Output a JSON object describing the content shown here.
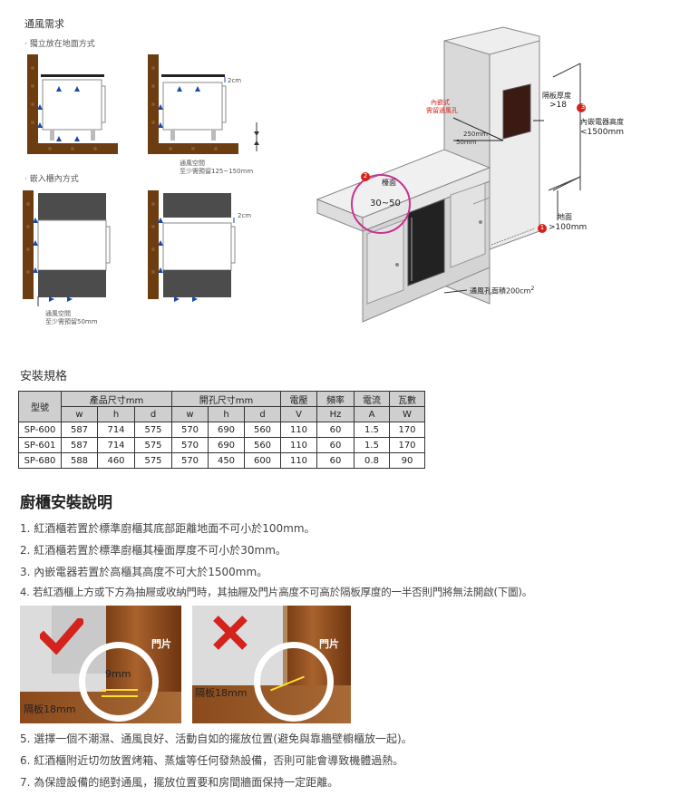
{
  "ventilation": {
    "title": "通風需求",
    "freestanding_label": "· 獨立放在地面方式",
    "builtin_label": "· 嵌入櫃內方式",
    "gap_top": "2cm",
    "gap_side": "2cm",
    "airspace_label": "通風空間",
    "airspace_note_125": "至少需預留125~150mm",
    "airspace_note_50": "至少需預留50mm"
  },
  "cabinet_diagram": {
    "builtin_vent_label": "內嵌式",
    "builtin_vent_label2": "需留通風孔",
    "dim_250": "250mm",
    "dim_50": "50mm",
    "shelf_thickness_label": "隔板厚度",
    "shelf_thickness_value": ">18",
    "num3": "3",
    "appliance_height_label": "內嵌電器高度",
    "appliance_height_value": "<1500mm",
    "num2": "2",
    "counter_label": "檯面",
    "counter_range": "30~50",
    "floor_label": "地面",
    "num1": "1",
    "floor_value": ">100mm",
    "vent_area_label": "通風孔面積200cm",
    "vent_area_sup": "2"
  },
  "specs": {
    "title": "安裝規格",
    "col_model": "型號",
    "grp_product": "產品尺寸mm",
    "grp_opening": "開孔尺寸mm",
    "grp_voltage": "電壓",
    "grp_freq": "頻率",
    "grp_current": "電流",
    "grp_power": "瓦數",
    "subheaders": [
      "w",
      "h",
      "d",
      "w",
      "h",
      "d",
      "V",
      "Hz",
      "A",
      "W"
    ],
    "rows": [
      [
        "SP-600",
        "587",
        "714",
        "575",
        "570",
        "690",
        "560",
        "110",
        "60",
        "1.5",
        "170"
      ],
      [
        "SP-601",
        "587",
        "714",
        "575",
        "570",
        "690",
        "560",
        "110",
        "60",
        "1.5",
        "170"
      ],
      [
        "SP-680",
        "588",
        "460",
        "575",
        "570",
        "450",
        "600",
        "110",
        "60",
        "0.8",
        "90"
      ]
    ]
  },
  "instructions": {
    "title": "廚櫃安裝說明",
    "steps": [
      "1. 紅酒櫃若置於標準廚櫃其底部距離地面不可小於100mm。",
      "2. 紅酒櫃若置於標準廚櫃其檯面厚度不可小於30mm。",
      "3. 內嵌電器若置於高櫃其高度不可大於1500mm。",
      "4. 若紅酒櫃上方或下方為抽屜或收納門時，其抽屜及門片高度不可高於隔板厚度的一半否則門將無法開啟(下圖)。",
      "5. 選擇一個不潮濕、通風良好、活動自如的擺放位置(避免與靠牆壁櫥櫃放一起)。",
      "6. 紅酒櫃附近切勿放置烤箱、蒸爐等任何發熱設備，否則可能會導致機體過熱。",
      "7. 為保證設備的絕對通風，擺放位置要和房間牆面保持一定距離。"
    ]
  },
  "photos": {
    "left_door": "門片",
    "left_gap": "9mm",
    "left_shelf": "隔板18mm",
    "right_door": "門片",
    "right_shelf": "隔板18mm"
  },
  "colors": {
    "wall_brown": "#6b3d10",
    "cabinet_line": "#7a7a7a",
    "arrow_blue": "#1a4aa8",
    "red_accent": "#d4231c",
    "check_red": "#d4231c"
  }
}
